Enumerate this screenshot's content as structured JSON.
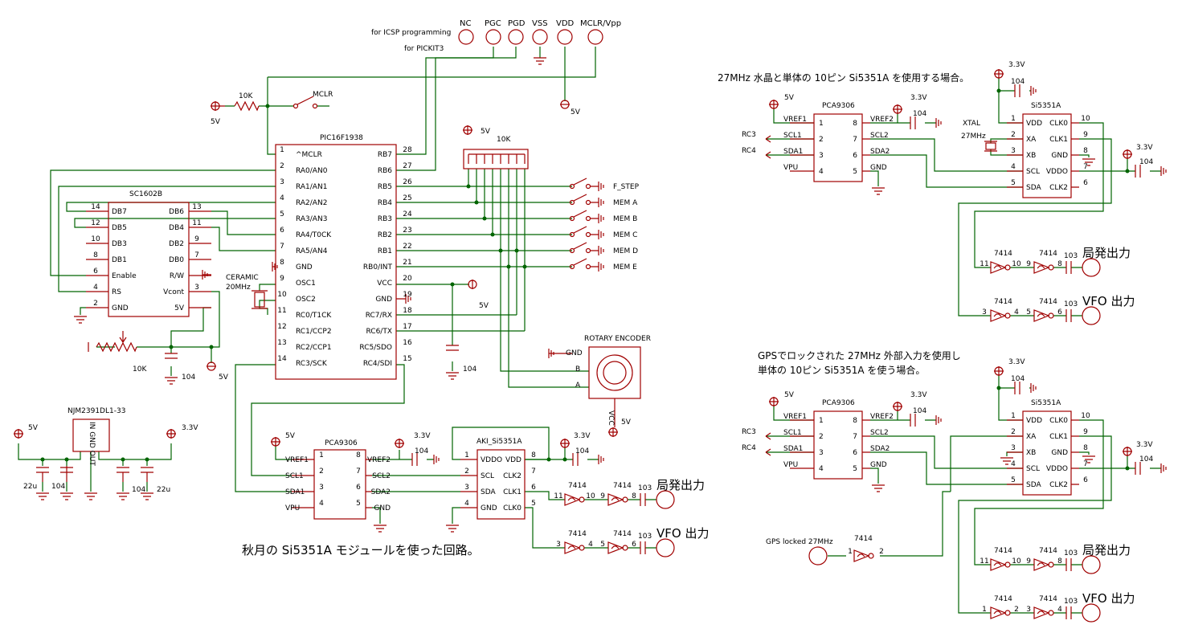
{
  "icsp": {
    "title1": "for ICSP programming",
    "title2": "for PICKIT3",
    "pins": [
      "NC",
      "PGC",
      "PGD",
      "VSS",
      "VDD",
      "MCLR/Vpp"
    ],
    "vdd_label": "5V"
  },
  "mclr": {
    "resistor": "10K",
    "switch": "MCLR",
    "supply": "5V"
  },
  "pic": {
    "name": "PIC16F1938",
    "left": [
      {
        "n": "1",
        "l": "^MCLR"
      },
      {
        "n": "2",
        "l": "RA0/AN0"
      },
      {
        "n": "3",
        "l": "RA1/AN1"
      },
      {
        "n": "4",
        "l": "RA2/AN2"
      },
      {
        "n": "5",
        "l": "RA3/AN3"
      },
      {
        "n": "6",
        "l": "RA4/T0CK"
      },
      {
        "n": "7",
        "l": "RA5/AN4"
      },
      {
        "n": "8",
        "l": "GND"
      },
      {
        "n": "9",
        "l": "OSC1"
      },
      {
        "n": "10",
        "l": "OSC2"
      },
      {
        "n": "11",
        "l": "RC0/T1CK"
      },
      {
        "n": "12",
        "l": "RC1/CCP2"
      },
      {
        "n": "13",
        "l": "RC2/CCP1"
      },
      {
        "n": "14",
        "l": "RC3/SCK"
      }
    ],
    "right": [
      {
        "n": "28",
        "l": "RB7"
      },
      {
        "n": "27",
        "l": "RB6"
      },
      {
        "n": "26",
        "l": "RB5"
      },
      {
        "n": "25",
        "l": "RB4"
      },
      {
        "n": "24",
        "l": "RB3"
      },
      {
        "n": "23",
        "l": "RB2"
      },
      {
        "n": "22",
        "l": "RB1"
      },
      {
        "n": "21",
        "l": "RB0/INT"
      },
      {
        "n": "20",
        "l": "VCC"
      },
      {
        "n": "19",
        "l": "GND"
      },
      {
        "n": "18",
        "l": "RC7/RX"
      },
      {
        "n": "17",
        "l": "RC6/TX"
      },
      {
        "n": "16",
        "l": "RC5/SDO"
      },
      {
        "n": "15",
        "l": "RC4/SDI"
      }
    ],
    "vcc_label": "5V",
    "vcc_cap": "104"
  },
  "ceramic": {
    "l1": "CERAMIC",
    "l2": "20MHz"
  },
  "rnet": {
    "value": "10K",
    "supply": "5V"
  },
  "switches": [
    "F_STEP",
    "MEM A",
    "MEM B",
    "MEM C",
    "MEM D",
    "MEM E"
  ],
  "encoder": {
    "title": "ROTARY ENCODER",
    "pins": [
      "GND",
      "B",
      "A"
    ],
    "vcc": "VCC",
    "vcc_label": "5V"
  },
  "lcd": {
    "name": "SC1602B",
    "left": [
      {
        "n": "14",
        "l": "DB7"
      },
      {
        "n": "12",
        "l": "DB5"
      },
      {
        "n": "10",
        "l": "DB3"
      },
      {
        "n": "8",
        "l": "DB1"
      },
      {
        "n": "6",
        "l": "Enable"
      },
      {
        "n": "4",
        "l": "RS"
      },
      {
        "n": "2",
        "l": "GND"
      }
    ],
    "right": [
      {
        "n": "13",
        "l": "DB6"
      },
      {
        "n": "11",
        "l": "DB4"
      },
      {
        "n": "9",
        "l": "DB2"
      },
      {
        "n": "7",
        "l": "DB0"
      },
      {
        "n": "",
        "l": "R/W"
      },
      {
        "n": "3",
        "l": "Vcont"
      },
      {
        "n": "",
        "l": "5V"
      }
    ],
    "pot": "10K",
    "cap": "104",
    "supply": "5V"
  },
  "reg": {
    "name": "NJM2391DL1-33",
    "pins": "IN GND OUT",
    "in_label": "5V",
    "out_label": "3.3V",
    "caps": [
      "22u",
      "104",
      "104",
      "22u"
    ]
  },
  "pca": {
    "name": "PCA9306",
    "left": [
      {
        "n": "1",
        "l": "VREF1"
      },
      {
        "n": "2",
        "l": "SCL1"
      },
      {
        "n": "3",
        "l": "SDA1"
      },
      {
        "n": "4",
        "l": "VPU"
      }
    ],
    "right": [
      {
        "n": "8",
        "l": "VREF2"
      },
      {
        "n": "7",
        "l": "SCL2"
      },
      {
        "n": "6",
        "l": "SDA2"
      },
      {
        "n": "5",
        "l": "GND"
      }
    ],
    "v5": "5V",
    "v33": "3.3V",
    "cap": "104"
  },
  "aki": {
    "name": "AKI_Si5351A",
    "left": [
      {
        "n": "1",
        "l": "VDDO"
      },
      {
        "n": "2",
        "l": "SCL"
      },
      {
        "n": "3",
        "l": "SDA"
      },
      {
        "n": "4",
        "l": "GND"
      }
    ],
    "right": [
      {
        "n": "8",
        "l": "VDD"
      },
      {
        "n": "7",
        "l": "CLK2"
      },
      {
        "n": "6",
        "l": "CLK1"
      },
      {
        "n": "5",
        "l": "CLK0"
      }
    ],
    "v33": "3.3V",
    "cap": "104"
  },
  "bottom_outputs": [
    {
      "g1": "7414",
      "g1pins": [
        "11",
        "10"
      ],
      "g2": "7414",
      "g2pins": [
        "9",
        "8"
      ],
      "cap": "103",
      "label": "局発出力"
    },
    {
      "g1": "7414",
      "g1pins": [
        "3",
        "4"
      ],
      "g2": "7414",
      "g2pins": [
        "5",
        "6"
      ],
      "cap": "103",
      "label": "VFO 出力"
    }
  ],
  "caption_bottom": "秋月の Si5351A モジュールを使った回路。",
  "rc_labels": [
    "RC3",
    "RC4"
  ],
  "top_right": {
    "caption": "27MHz 水晶と単体の 10ピン Si5351A を使用する場合。",
    "xtal": [
      "XTAL",
      "27MHz"
    ],
    "si_name": "Si5351A",
    "si_left": [
      {
        "n": "1",
        "l": "VDD"
      },
      {
        "n": "2",
        "l": "XA"
      },
      {
        "n": "3",
        "l": "XB"
      },
      {
        "n": "4",
        "l": "SCL"
      },
      {
        "n": "5",
        "l": "SDA"
      }
    ],
    "si_right": [
      {
        "n": "10",
        "l": "CLK0"
      },
      {
        "n": "9",
        "l": "CLK1"
      },
      {
        "n": "8",
        "l": "GND"
      },
      {
        "n": "7",
        "l": "VDDO"
      },
      {
        "n": "6",
        "l": "CLK2"
      }
    ],
    "v33": "3.3V",
    "cap": "104",
    "outputs": [
      {
        "g1": "7414",
        "g1pins": [
          "11",
          "10"
        ],
        "g2": "7414",
        "g2pins": [
          "9",
          "8"
        ],
        "cap": "103",
        "label": "局発出力"
      },
      {
        "g1": "7414",
        "g1pins": [
          "3",
          "4"
        ],
        "g2": "7414",
        "g2pins": [
          "5",
          "6"
        ],
        "cap": "103",
        "label": "VFO 出力"
      }
    ]
  },
  "bottom_right": {
    "caption1": "GPSでロックされた 27MHz 外部入力を使用し",
    "caption2": "単体の 10ピン Si5351A を使う場合。",
    "gps": "GPS locked 27MHz",
    "gps_gate": {
      "name": "7414",
      "pins": [
        "1",
        "2"
      ]
    },
    "si_name": "Si5351A",
    "si_left": [
      {
        "n": "1",
        "l": "VDD"
      },
      {
        "n": "2",
        "l": "XA"
      },
      {
        "n": "3",
        "l": "XB"
      },
      {
        "n": "4",
        "l": "SCL"
      },
      {
        "n": "5",
        "l": "SDA"
      }
    ],
    "si_right": [
      {
        "n": "10",
        "l": "CLK0"
      },
      {
        "n": "9",
        "l": "CLK1"
      },
      {
        "n": "8",
        "l": "GND"
      },
      {
        "n": "7",
        "l": "VDDO"
      },
      {
        "n": "6",
        "l": "CLK2"
      }
    ],
    "v33": "3.3V",
    "cap": "104",
    "outputs": [
      {
        "g1": "7414",
        "g1pins": [
          "11",
          "10"
        ],
        "g2": "7414",
        "g2pins": [
          "9",
          "8"
        ],
        "cap": "103",
        "label": "局発出力"
      },
      {
        "g1": "7414",
        "g1pins": [
          "1",
          "2"
        ],
        "g2": "7414",
        "g2pins": [
          "3",
          "4"
        ],
        "cap": "103",
        "label": "VFO 出力"
      }
    ]
  }
}
